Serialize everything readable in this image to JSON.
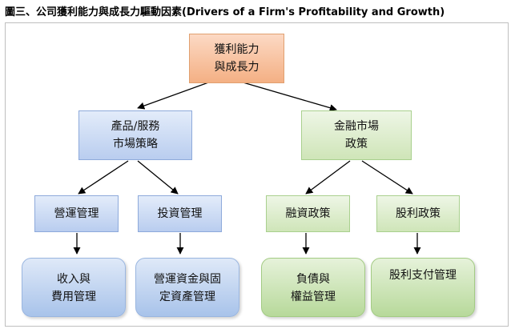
{
  "title": "圖三、公司獲利能力與成長力驅動因素(Drivers of a Firm's Profitability and Growth)",
  "root": {
    "line1": "獲利能力",
    "line2": "與成長力"
  },
  "level2": {
    "left": {
      "line1": "產品/服務",
      "line2": "市場策略"
    },
    "right": {
      "line1": "金融市場",
      "line2": "政策"
    }
  },
  "level3": {
    "a": "營運管理",
    "b": "投資管理",
    "c": "融資政策",
    "d": "股利政策"
  },
  "level4": {
    "a": {
      "line1": "收入與",
      "line2": "費用管理"
    },
    "b": {
      "line1": "營運資金與固",
      "line2": "定資產管理"
    },
    "c": {
      "line1": "負債與",
      "line2": "權益管理"
    },
    "d": {
      "line1": "股利支付管理"
    }
  },
  "colors": {
    "root_fill": "#f4b084",
    "left_branch_fill": "#b9cdef",
    "right_branch_fill": "#cfe5b8",
    "connector": "#000000"
  }
}
